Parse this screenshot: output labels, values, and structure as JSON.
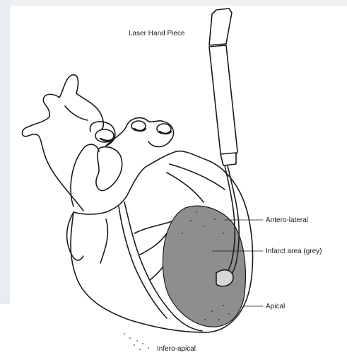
{
  "figure": {
    "labels": {
      "hand_piece": "Laser Hand Piece",
      "antero_lateral": "Antero-lateral",
      "infarct_area": "Infarct area (grey)",
      "apical": "Apical",
      "infero_apical": "Infero-apical"
    },
    "colors": {
      "outline": "#1a1a1a",
      "infarct_fill": "#8e8e8e",
      "probe_tip_fill": "#d6d6d6",
      "background": "#ffffff"
    }
  }
}
